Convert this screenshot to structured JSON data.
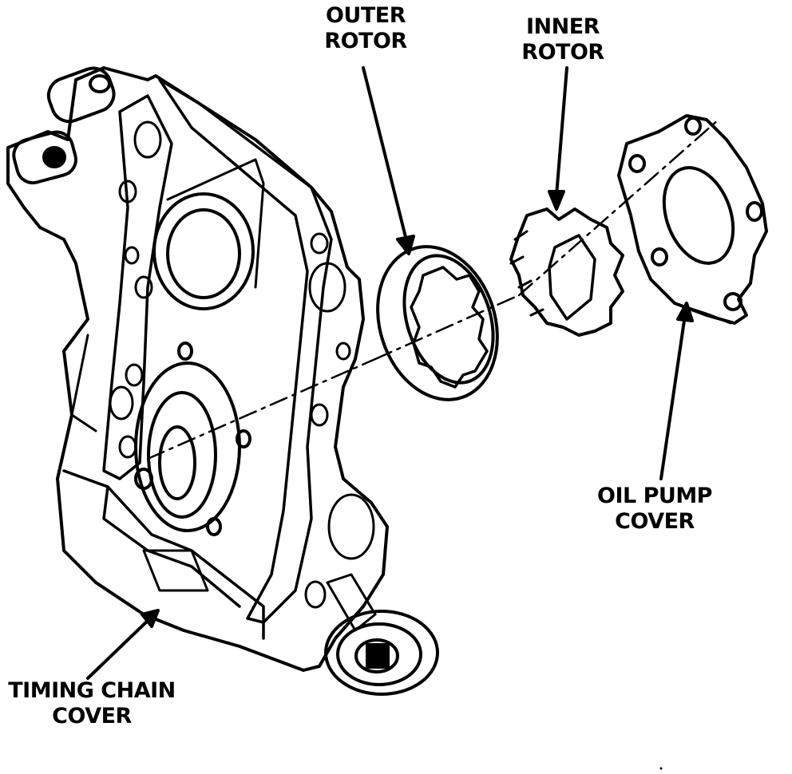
{
  "labels": {
    "outer_rotor": [
      "OUTER",
      "ROTOR"
    ],
    "inner_rotor": [
      "INNER",
      "ROTOR"
    ],
    "oil_pump_cover": [
      "OIL PUMP",
      "COVER"
    ],
    "timing_chain_cover": [
      "TIMING CHAIN",
      "COVER"
    ]
  },
  "colors": {
    "ink": "#000000",
    "paper": "#ffffff"
  }
}
